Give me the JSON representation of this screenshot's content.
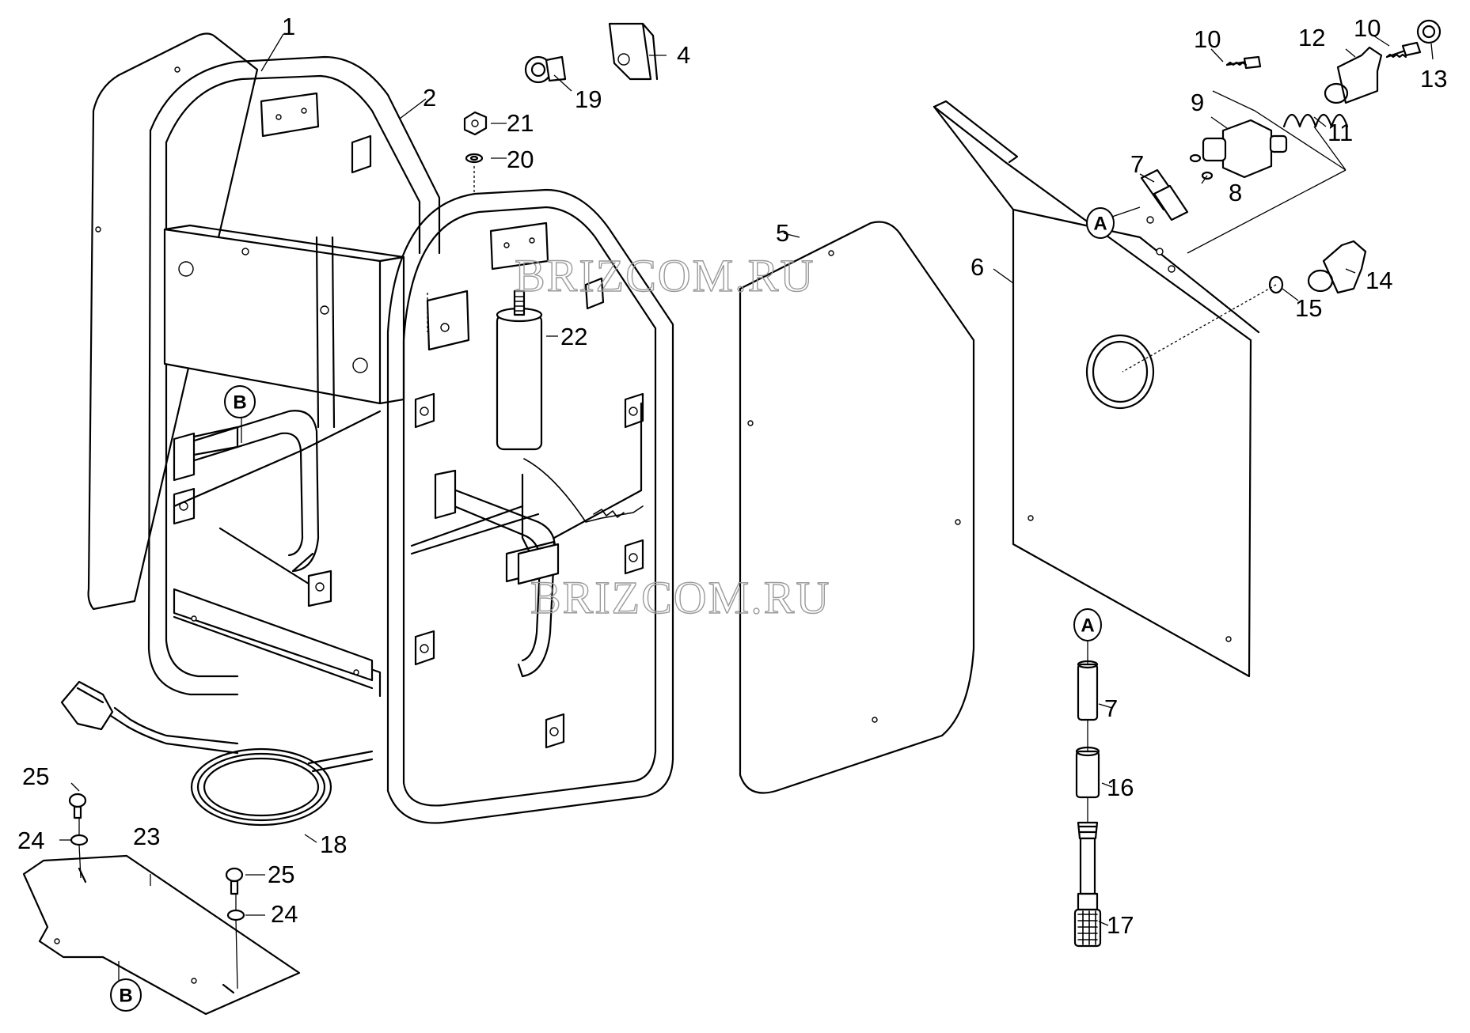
{
  "watermark_text": "BRIZCOM.RU",
  "callouts": [
    {
      "id": "1",
      "label": "1"
    },
    {
      "id": "2",
      "label": "2"
    },
    {
      "id": "4",
      "label": "4"
    },
    {
      "id": "5",
      "label": "5"
    },
    {
      "id": "6",
      "label": "6"
    },
    {
      "id": "7a",
      "label": "7"
    },
    {
      "id": "7b",
      "label": "7"
    },
    {
      "id": "8",
      "label": "8"
    },
    {
      "id": "9",
      "label": "9"
    },
    {
      "id": "10a",
      "label": "10"
    },
    {
      "id": "10b",
      "label": "10"
    },
    {
      "id": "11",
      "label": "11"
    },
    {
      "id": "12",
      "label": "12"
    },
    {
      "id": "13",
      "label": "13"
    },
    {
      "id": "14",
      "label": "14"
    },
    {
      "id": "15",
      "label": "15"
    },
    {
      "id": "16",
      "label": "16"
    },
    {
      "id": "17",
      "label": "17"
    },
    {
      "id": "18",
      "label": "18"
    },
    {
      "id": "19",
      "label": "19"
    },
    {
      "id": "20",
      "label": "20"
    },
    {
      "id": "21",
      "label": "21"
    },
    {
      "id": "22",
      "label": "22"
    },
    {
      "id": "23",
      "label": "23"
    },
    {
      "id": "24a",
      "label": "24"
    },
    {
      "id": "24b",
      "label": "24"
    },
    {
      "id": "25a",
      "label": "25"
    },
    {
      "id": "25b",
      "label": "25"
    }
  ],
  "reference_markers": {
    "a_top": "A",
    "a_bottom": "A",
    "b_frame": "B",
    "b_plate": "B"
  }
}
